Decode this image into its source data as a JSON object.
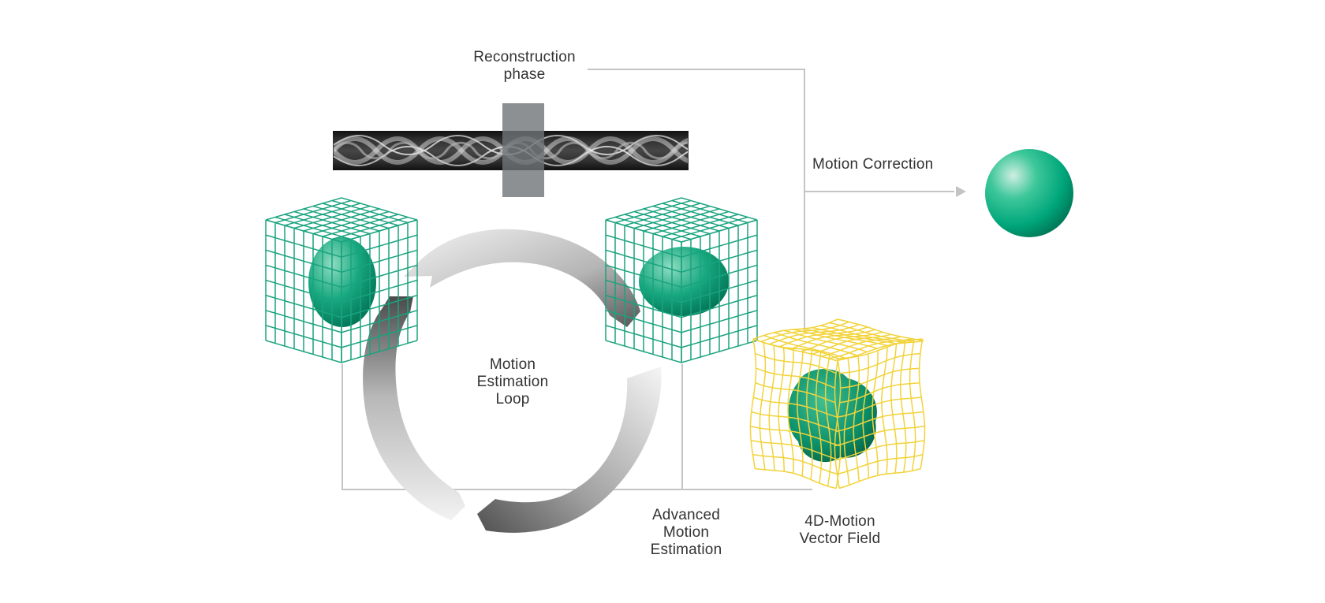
{
  "labels": {
    "reconstruction_phase": [
      "Reconstruction",
      "phase"
    ],
    "motion_correction": "Motion Correction",
    "motion_estimation_loop": [
      "Motion",
      "Estimation",
      "Loop"
    ],
    "advanced_motion_estimation": [
      "Advanced",
      "Motion",
      "Estimation"
    ],
    "vector_field": [
      "4D-Motion",
      "Vector Field"
    ]
  },
  "colors": {
    "green_grid": "#1aa37f",
    "green_sphere": "#00a37a",
    "yellow_grid": "#f2d33a",
    "connector": "#c4c4c4",
    "text": "#333333"
  }
}
